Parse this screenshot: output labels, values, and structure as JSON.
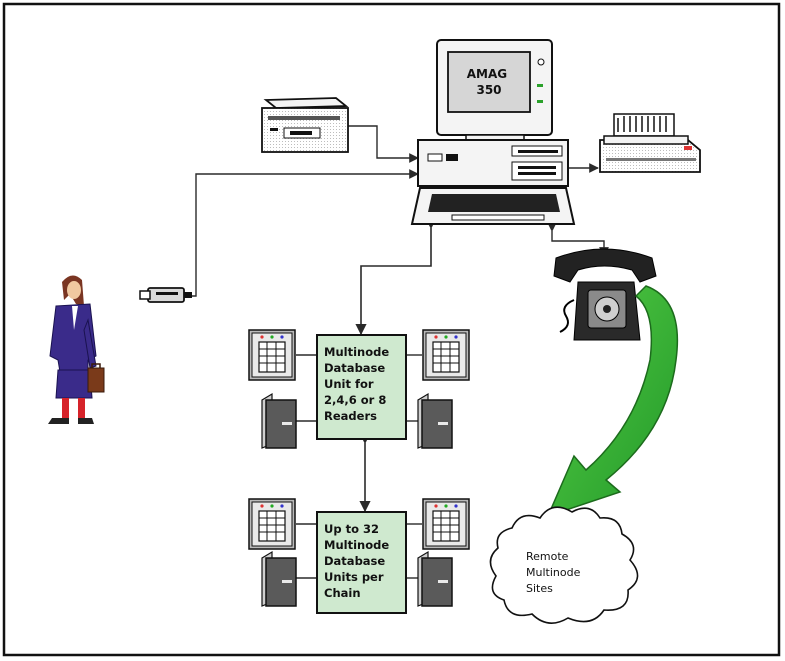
{
  "computer": {
    "screen_lines": [
      "AMAG",
      "350"
    ]
  },
  "database_unit": {
    "lines": [
      "Multinode",
      "Database",
      "Unit for",
      "2,4,6 or 8",
      "Readers"
    ]
  },
  "chain_unit": {
    "lines": [
      "Up to 32",
      "Multinode",
      "Database",
      "Units per",
      "Chain"
    ]
  },
  "remote_sites": {
    "lines": [
      "Remote",
      "Multinode",
      "Sites"
    ]
  },
  "colors": {
    "box_fill": "#cfe9cf",
    "arrow_green": "#33b233",
    "border": "#111111"
  },
  "icons": [
    "computer-icon",
    "printer-icon",
    "tape-drive-icon",
    "telephone-icon",
    "card-reader-icon",
    "door-icon",
    "camera-icon",
    "person-icon",
    "cloud-icon"
  ]
}
